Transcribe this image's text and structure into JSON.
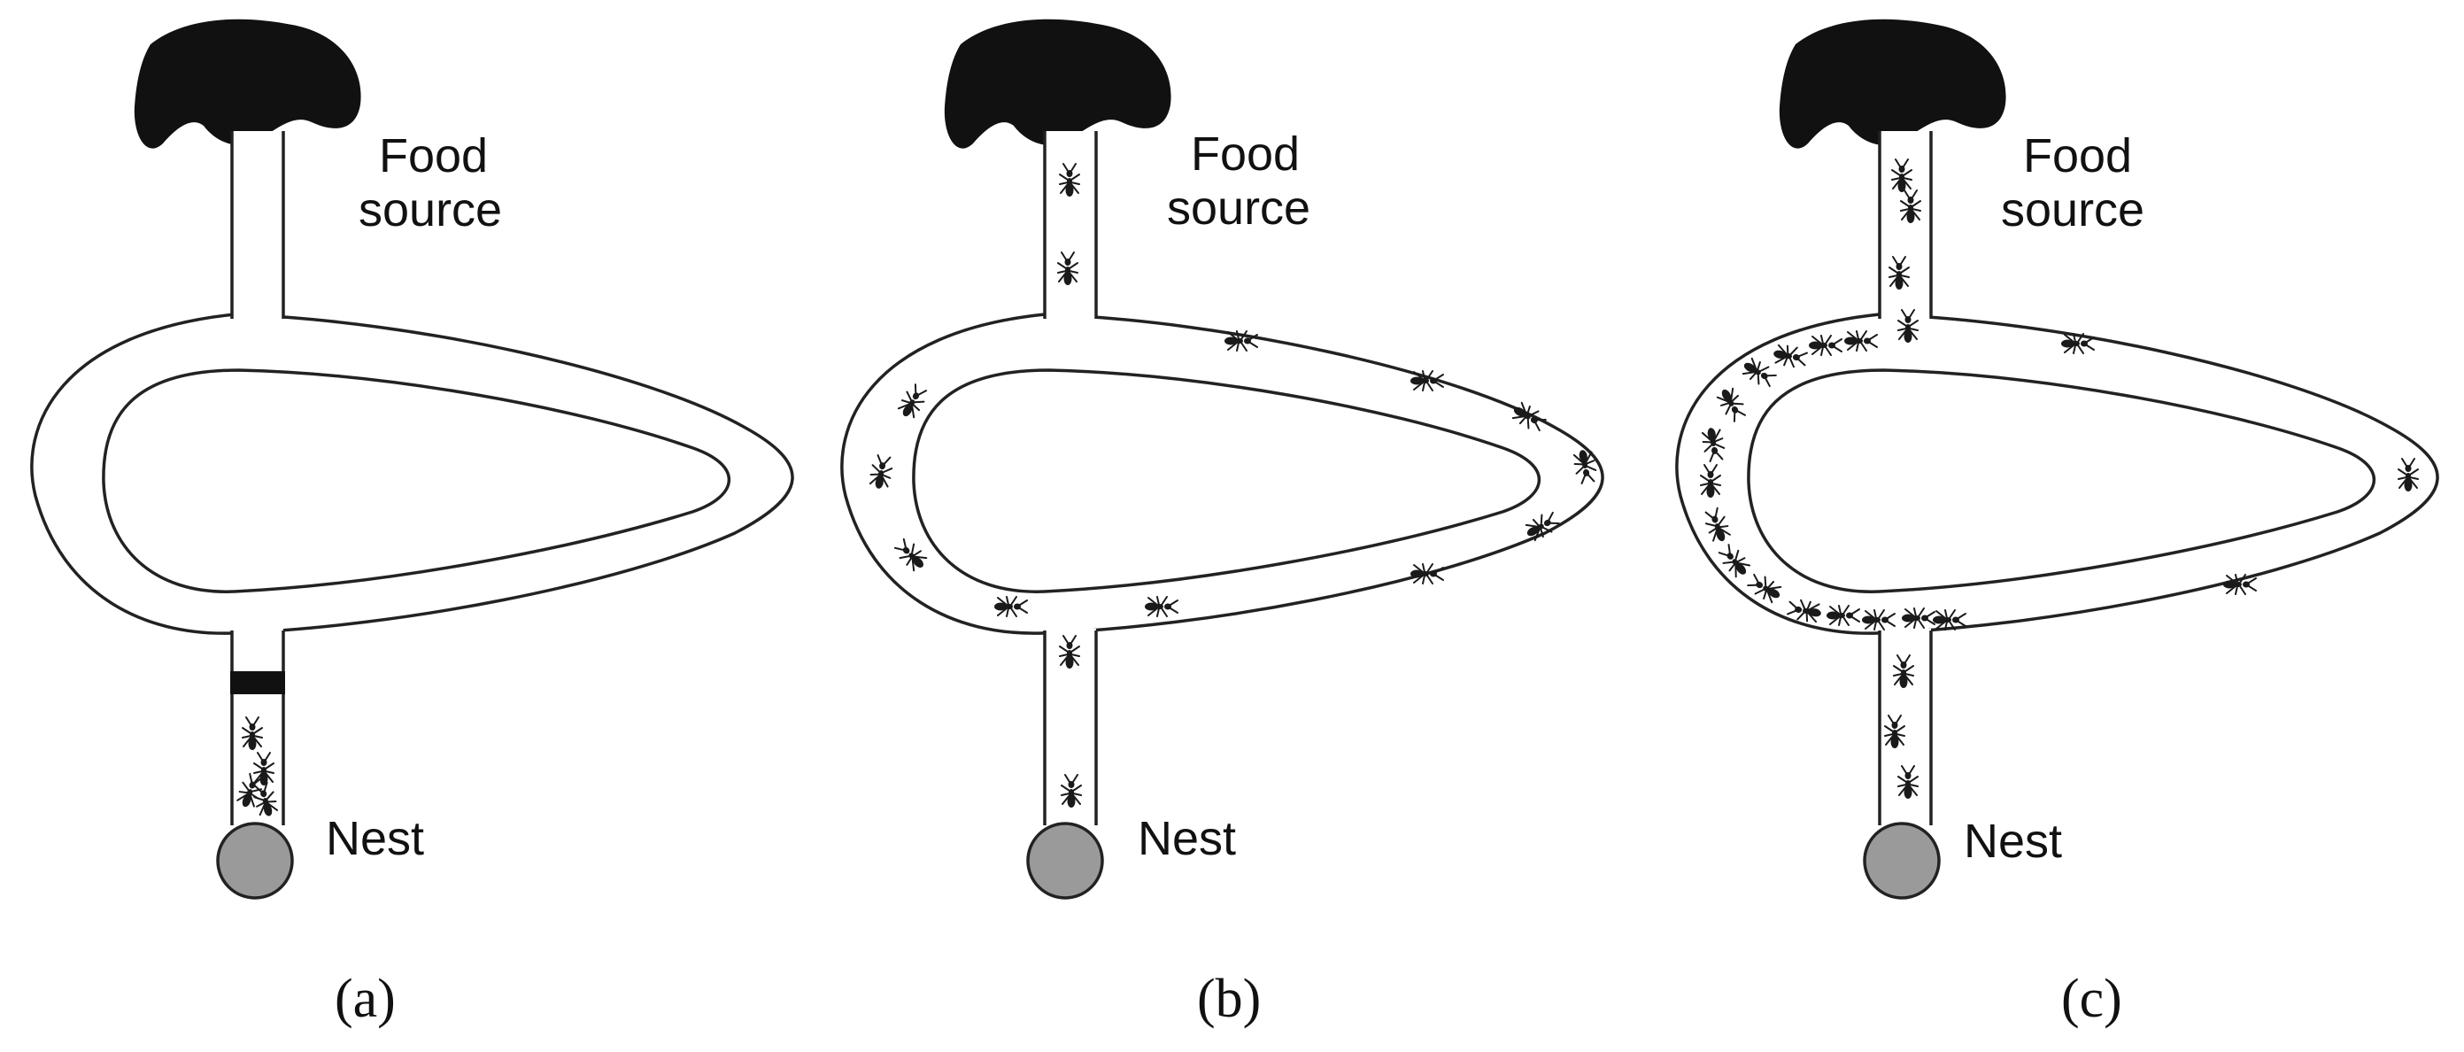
{
  "panels": [
    {
      "food_line1": "Food",
      "food_line2": "source",
      "nest": "Nest",
      "caption": "(a)"
    },
    {
      "food_line1": "Food",
      "food_line2": "source",
      "nest": "Nest",
      "caption": "(b)"
    },
    {
      "food_line1": "Food",
      "food_line2": "source",
      "nest": "Nest",
      "caption": "(c)"
    }
  ],
  "colors": {
    "food": "#111111",
    "nest": "#9a9a9a",
    "ink": "#222222",
    "ant": "#1a1a1a"
  },
  "icons": [
    "food-blob-icon",
    "nest-circle-icon",
    "ant-icon",
    "barrier-icon"
  ]
}
